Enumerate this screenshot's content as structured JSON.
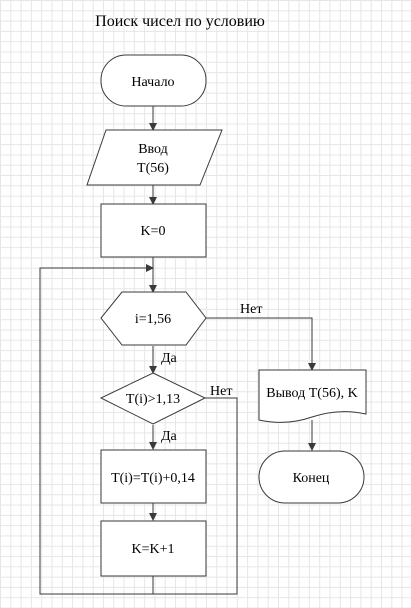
{
  "title": "Поиск чисел по условию",
  "nodes": {
    "start": "Начало",
    "input_line1": "Ввод",
    "input_line2": "T(56)",
    "init": "K=0",
    "loop": "i=1,56",
    "condition": "T(i)>1,13",
    "update": "T(i)=T(i)+0,14",
    "count": "K=K+1",
    "output": "Вывод T(56), K",
    "end": "Конец"
  },
  "labels": {
    "loop_yes": "Да",
    "loop_no": "Нет",
    "cond_yes": "Да",
    "cond_no": "Нет"
  }
}
